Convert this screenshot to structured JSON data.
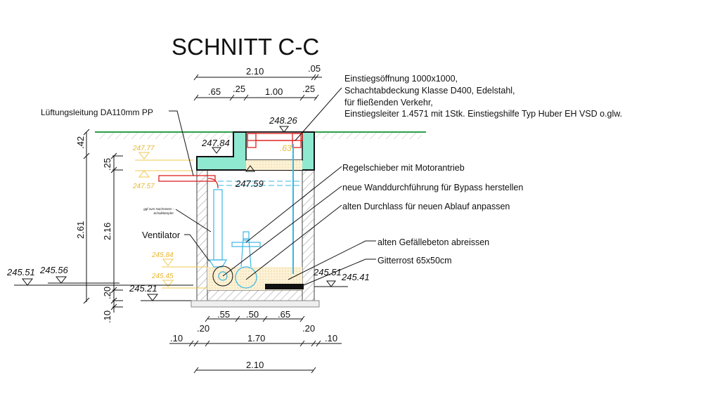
{
  "title": "SCHNITT C-C",
  "notes": {
    "top_block": [
      "Einstiegsöffnung 1000x1000,",
      "Schachtabdeckung Klasse D400, Edelstahl,",
      "für fließenden Verkehr,",
      "Einstiegsleiter 1.4571 mit 1Stk. Einstiegshilfe Typ Huber EH VSD o.glw."
    ],
    "vent_pipe": "Lüftungsleitung DA110mm PP",
    "gate_valve": "Regelschieber mit Motorantrieb",
    "wall_penetration": "neue Wanddurchführung für Bypass herstellen",
    "outlet": "alten Durchlass für neuen Ablauf anpassen",
    "slope_concrete": "alten Gefällebeton abreissen",
    "grating": "Gitterrost 65x50cm",
    "fan": "Ventilator",
    "silencer_1": "ggf zum Nachrüsten :",
    "silencer_2": "Schalldämpfer"
  },
  "levels": {
    "cover": "248.26",
    "slab_top": "247.84",
    "slab_bottom": "247.59",
    "right_1": "245.51",
    "right_2": "245.41",
    "left_1": "245.51",
    "left_2": "245.56",
    "bottom": "245.21",
    "yellow_1": "247.77",
    "yellow_2": "247.57",
    "yellow_3": "245.84",
    "yellow_4": "245.45",
    "opening_dim": ".63"
  },
  "dims": {
    "top_total": "2.10",
    "top_extra": ".05",
    "top_a": ".65",
    "top_b": ".25",
    "top_c": "1.00",
    "top_d": ".25",
    "left_a": ".42",
    "left_b": "2.61",
    "left_c": ".25",
    "left_d": "2.16",
    "left_e": ".20",
    "left_f": ".10",
    "bot_a": ".55",
    "bot_b": ".50",
    "bot_c": ".65",
    "bot_d": ".10",
    "bot_e": ".20",
    "bot_f": "1.70",
    "bot_g": ".20",
    "bot_h": ".10",
    "bot_total": "2.10"
  },
  "colors": {
    "ground": "#2e9e4a",
    "concrete_fill": "#8fe8d0",
    "pipe_cyan": "#39b7e6",
    "cover_red": "#e02020",
    "level_yellow": "#e8b830"
  }
}
